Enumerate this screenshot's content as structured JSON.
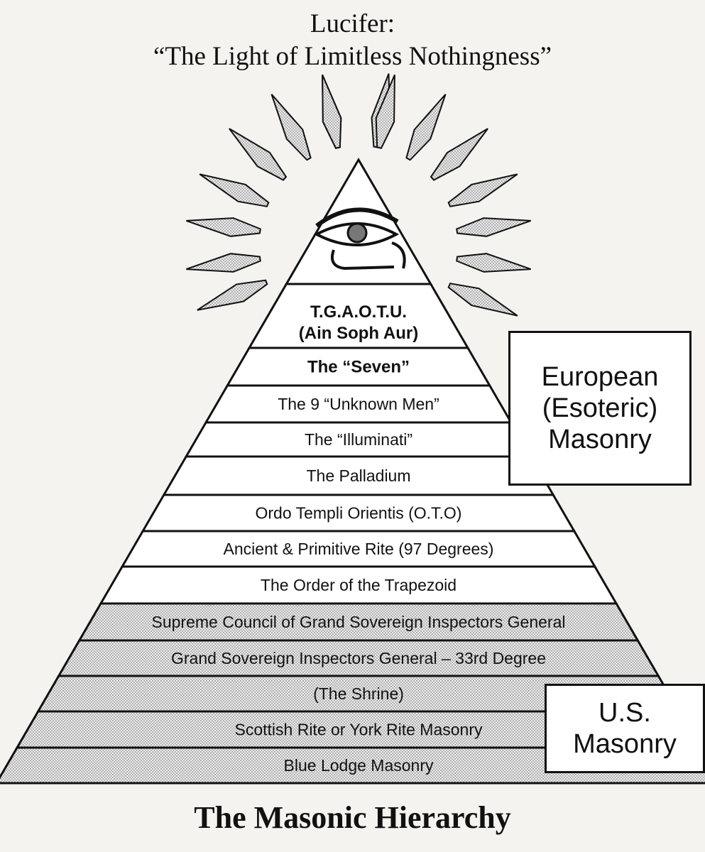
{
  "header": {
    "line1": "Lucifer:",
    "line2": "“The Light of Limitless Nothingness”"
  },
  "symbol": {
    "apex_icon": "all-seeing-eye-icon",
    "rays_icon": "radiating-rays-icon"
  },
  "tiers": [
    {
      "label": "T.G.A.O.T.U.",
      "bold": true,
      "shaded": false
    },
    {
      "label": "(Ain Soph Aur)",
      "bold": true,
      "shaded": false
    },
    {
      "label": "The “Seven”",
      "bold": true,
      "shaded": false
    },
    {
      "label": "The 9 “Unknown Men”",
      "bold": false,
      "shaded": false
    },
    {
      "label": "The “Illuminati”",
      "bold": false,
      "shaded": false
    },
    {
      "label": "The Palladium",
      "bold": false,
      "shaded": false
    },
    {
      "label": "Ordo Templi Orientis (O.T.O)",
      "bold": false,
      "shaded": false
    },
    {
      "label": "Ancient & Primitive Rite (97 Degrees)",
      "bold": false,
      "shaded": false
    },
    {
      "label": "The Order of the Trapezoid",
      "bold": false,
      "shaded": false
    },
    {
      "label": "Supreme Council of Grand Sovereign Inspectors General",
      "bold": false,
      "shaded": true
    },
    {
      "label": "Grand Sovereign Inspectors General – 33rd Degree",
      "bold": false,
      "shaded": true
    },
    {
      "label": "(The Shrine)",
      "bold": false,
      "shaded": true
    },
    {
      "label": "Scottish Rite or York Rite Masonry",
      "bold": false,
      "shaded": true
    },
    {
      "label": "Blue Lodge Masonry",
      "bold": false,
      "shaded": true
    }
  ],
  "groups": {
    "european": {
      "line1": "European",
      "line2": "(Esoteric)",
      "line3": "Masonry"
    },
    "us": {
      "line1": "U.S.",
      "line2": "Masonry"
    }
  },
  "caption": "The Masonic Hierarchy",
  "colors": {
    "background": "#f4f3ef",
    "shade": "#bdbdbd",
    "ink": "#111111"
  }
}
